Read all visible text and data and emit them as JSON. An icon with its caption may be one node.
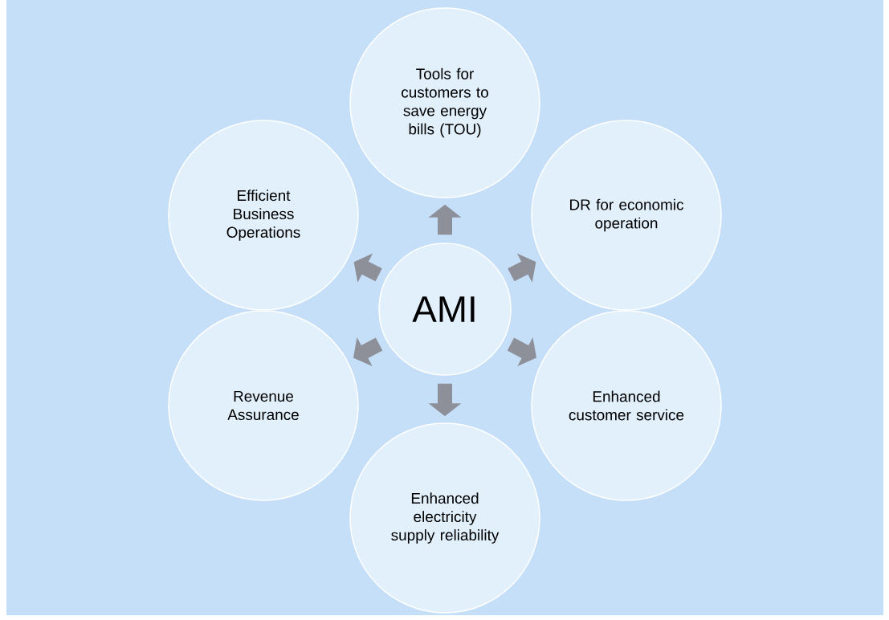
{
  "diagram": {
    "nodes": [
      {
        "text": [
          "AMI"
        ]
      },
      {
        "text": [
          "Tools for customers to save energy bills (TOU)"
        ]
      },
      {
        "text": [
          "DR for economic operation"
        ]
      },
      {
        "text": [
          "Enhanced customer service"
        ]
      },
      {
        "text": [
          "Enhanced electricity supply reliability"
        ]
      },
      {
        "text": [
          "Revenue Assurance"
        ]
      },
      {
        "text": [
          "Efficient Business Operations"
        ]
      }
    ],
    "edges": [
      {
        "from": 0,
        "to": 1,
        "arrow": "to"
      },
      {
        "from": 0,
        "to": 2,
        "arrow": "to"
      },
      {
        "from": 0,
        "to": 3,
        "arrow": "to"
      },
      {
        "from": 0,
        "to": 4,
        "arrow": "to"
      },
      {
        "from": 0,
        "to": 5,
        "arrow": "to"
      },
      {
        "from": 0,
        "to": 6,
        "arrow": "to"
      }
    ]
  }
}
